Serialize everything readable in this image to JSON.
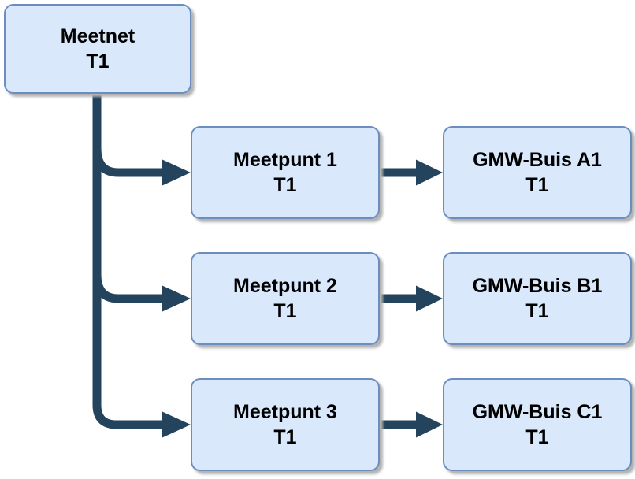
{
  "colors": {
    "background": "#ffffff",
    "node_fill": "#dae8fc",
    "node_border": "#6c8ebf",
    "connector": "#23445c",
    "text": "#000000",
    "shadow": "#b3b3b3"
  },
  "nodes": {
    "root": {
      "label": "Meetnet",
      "sublabel": "T1"
    },
    "rows": [
      {
        "mid": {
          "label": "Meetpunt 1",
          "sublabel": "T1"
        },
        "end": {
          "label": "GMW-Buis A1",
          "sublabel": "T1"
        }
      },
      {
        "mid": {
          "label": "Meetpunt 2",
          "sublabel": "T1"
        },
        "end": {
          "label": "GMW-Buis B1",
          "sublabel": "T1"
        }
      },
      {
        "mid": {
          "label": "Meetpunt 3",
          "sublabel": "T1"
        },
        "end": {
          "label": "GMW-Buis C1",
          "sublabel": "T1"
        }
      }
    ]
  }
}
